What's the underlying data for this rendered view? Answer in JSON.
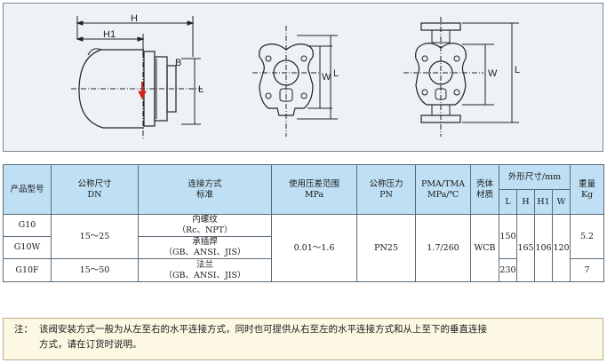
{
  "drawing": {
    "labels": {
      "H": "H",
      "H1": "H1",
      "L": "L",
      "W": "W"
    },
    "colors": {
      "line": "#222222",
      "arrow": "#d8201a",
      "panel": "#eef2f6"
    }
  },
  "table": {
    "header": {
      "product_model": "产品型号",
      "nominal_size": [
        "公称尺寸",
        "DN"
      ],
      "connection": [
        "连接方式",
        "标准"
      ],
      "pressure_diff": [
        "使用压差范围",
        "MPa"
      ],
      "nominal_pressure": [
        "公称压力",
        "PN"
      ],
      "pma_tma": [
        "PMA/TMA",
        "MPa/℃"
      ],
      "body_material": [
        "壳体",
        "材质"
      ],
      "dimensions": "外形尺寸/mm",
      "dim_cols": [
        "L",
        "H",
        "H1",
        "W"
      ],
      "weight": [
        "重量",
        "Kg"
      ]
    },
    "rows": {
      "models": [
        "G10",
        "G10W",
        "G10F"
      ],
      "dn": [
        "15～25",
        "15～50"
      ],
      "connection": [
        [
          "内螺纹",
          "（Rc、NPT）"
        ],
        [
          "承插焊",
          "（GB、ANSI、JIS）"
        ],
        [
          "法兰",
          "（GB、ANSI、JIS）"
        ]
      ],
      "pressure_diff": "0.01～1.6",
      "nominal_pressure": "PN25",
      "pma_tma": "1.7/260",
      "material": "WCB",
      "L": [
        "150",
        "230"
      ],
      "H": "165",
      "H1": "106",
      "W": "120",
      "weight": [
        "5.2",
        "7"
      ]
    }
  },
  "note": {
    "prefix": "注：",
    "line1": "该阀安装方式一般为从左至右的水平连接方式，同时也可提供从右至左的水平连接方式和从上至下的垂直连接",
    "line2": "方式，请在订货时说明。"
  }
}
